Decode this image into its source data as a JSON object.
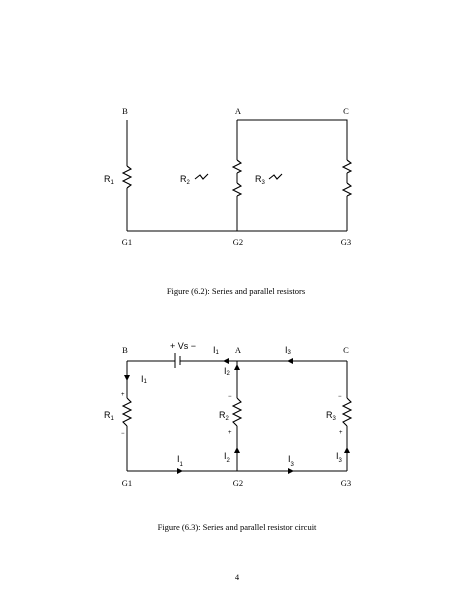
{
  "figure_6_2": {
    "caption": "Figure (6.2): Series and parallel resistors",
    "nodes": {
      "B": "B",
      "A": "A",
      "C": "C",
      "G1": "G1",
      "G2": "G2",
      "G3": "G3"
    },
    "resistors": [
      {
        "name": "R",
        "sub": "1"
      },
      {
        "name": "R",
        "sub": "2"
      },
      {
        "name": "R",
        "sub": "3"
      }
    ]
  },
  "figure_6_3": {
    "caption": "Figure (6.3): Series and parallel resistor circuit",
    "nodes": {
      "B": "B",
      "A": "A",
      "C": "C",
      "G1": "G1",
      "G2": "G2",
      "G3": "G3"
    },
    "source": {
      "label": "+ Vs −"
    },
    "resistors": [
      {
        "name": "R",
        "sub": "1"
      },
      {
        "name": "R",
        "sub": "2"
      },
      {
        "name": "R",
        "sub": "3"
      }
    ],
    "currents": {
      "top_left": {
        "name": "I",
        "sub": "1"
      },
      "top_right": {
        "name": "I",
        "sub": "3"
      },
      "left_branch": {
        "name": "I",
        "sub": "1"
      },
      "mid_branch": {
        "name": "I",
        "sub": "2"
      },
      "bottom_left": {
        "name": "I",
        "sub": "1"
      },
      "bottom_mid": {
        "name": "I",
        "sub": "2"
      },
      "bottom_right": {
        "name": "I",
        "sub": "3"
      },
      "right_bottom": {
        "name": "I",
        "sub": "3"
      }
    },
    "polarity": {
      "plus": "+",
      "minus": "−"
    }
  },
  "page_number": "4"
}
